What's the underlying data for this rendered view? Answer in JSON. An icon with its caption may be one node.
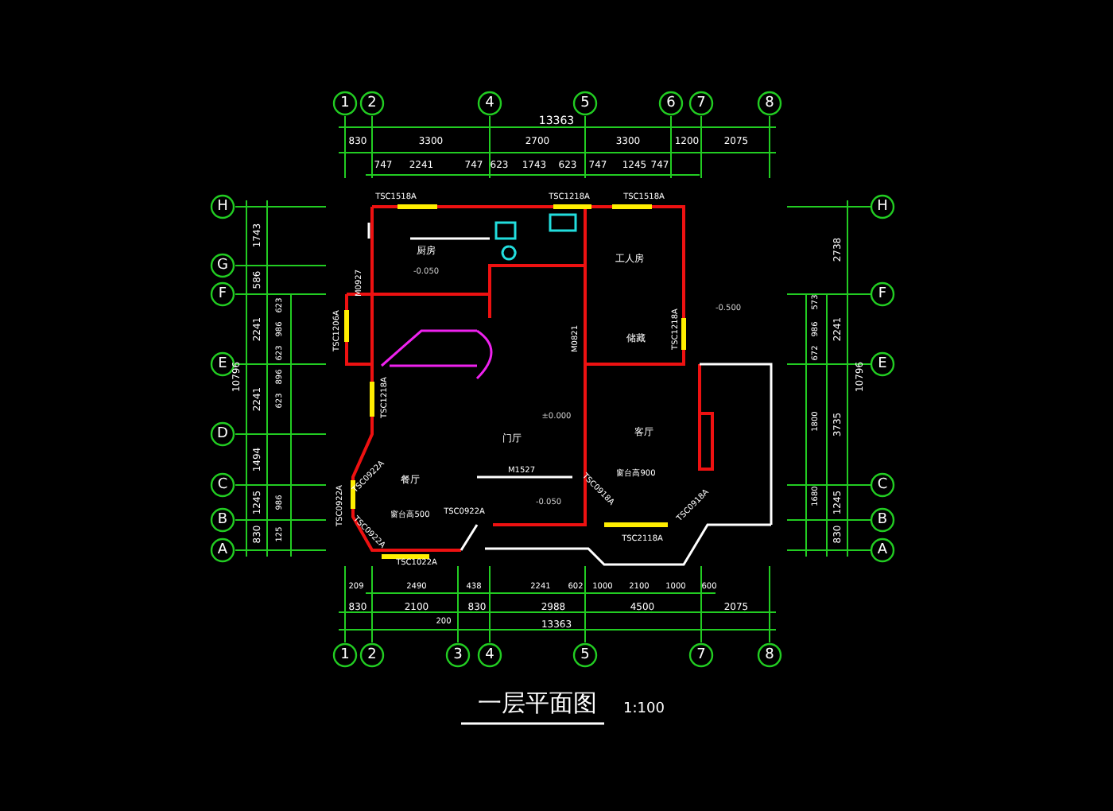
{
  "diagram": {
    "title": "一层平面图",
    "labels": [
      "1",
      "2",
      "4",
      "5",
      "6",
      "7",
      "8",
      "13363",
      "830",
      "3300",
      "2700",
      "3300",
      "1200",
      "2075",
      "747",
      "2241",
      "747",
      "623",
      "1743",
      "623",
      "747",
      "1245",
      "747",
      "TSC1518A",
      "TSC1218A",
      "TSC1518A",
      "H",
      "G",
      "F",
      "E",
      "D",
      "C",
      "B",
      "A",
      "1743",
      "586",
      "2241",
      "2241",
      "1494",
      "1245",
      "830",
      "10796",
      "623",
      "986",
      "623",
      "896",
      "623",
      "986",
      "125",
      "H",
      "F",
      "E",
      "C",
      "B",
      "A",
      "2738",
      "2241",
      "3735",
      "1245",
      "830",
      "10796",
      "573",
      "986",
      "672",
      "1800",
      "1680",
      "厨房",
      "工人房",
      "储藏",
      "门厅",
      "客厅",
      "餐厅",
      "-0.050",
      "-0.500",
      "±0.000",
      "窗台高900",
      "-0.050",
      "窗台高500",
      "M0927",
      "M0821",
      "M1527",
      "TSC1206A",
      "TSC1218A",
      "TSC1218A",
      "TSC0922A",
      "TSC0922A",
      "TSC0922A",
      "TSC1022A",
      "TSC0922A",
      "TSC0918A",
      "TSC2118A",
      "TSC0918A",
      "209",
      "2490",
      "438",
      "2241",
      "602",
      "1000",
      "2100",
      "1000",
      "600",
      "830",
      "2100",
      "830",
      "2988",
      "4500",
      "2075",
      "200",
      "13363",
      "1",
      "2",
      "3",
      "4",
      "5",
      "7",
      "8",
      "1:100"
    ]
  }
}
